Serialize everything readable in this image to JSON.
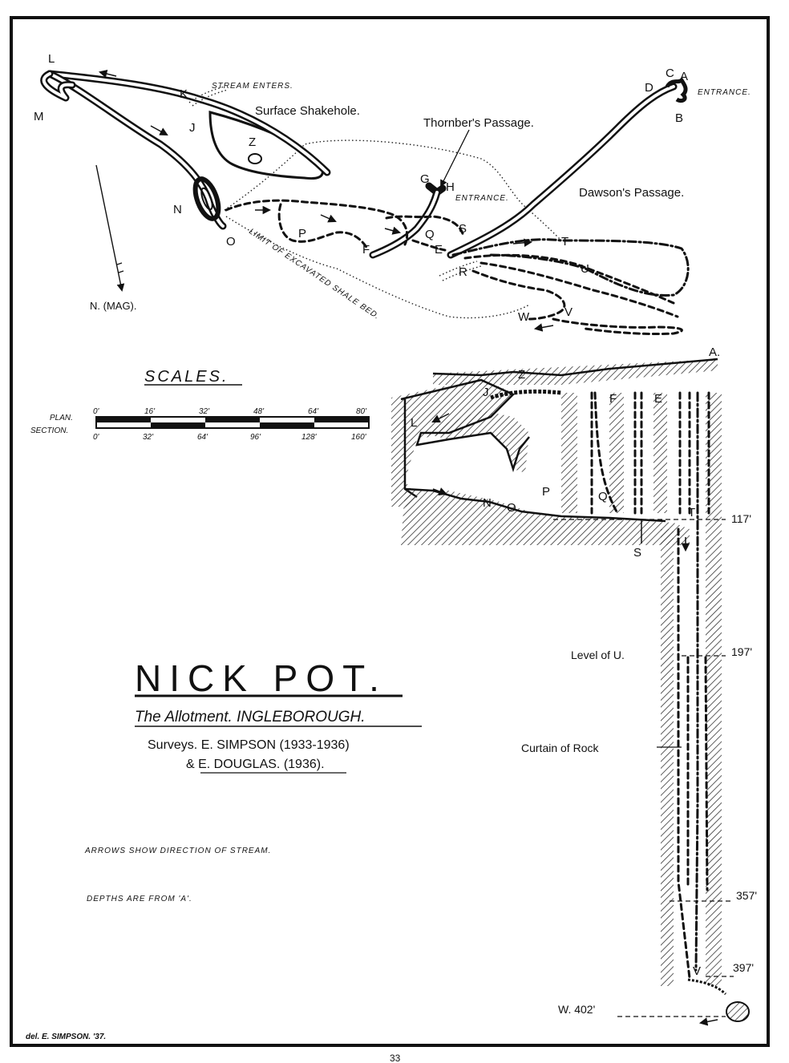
{
  "title": "NICK POT.",
  "subtitle": "The Allotment. INGLEBOROUGH.",
  "surveys_line1": "Surveys. E. SIMPSON (1933-1936)",
  "surveys_line2": "& E. DOUGLAS. (1936).",
  "note_arrows": "ARROWS SHOW DIRECTION OF STREAM.",
  "note_depths": "DEPTHS ARE FROM 'A'.",
  "credit": "del. E. SIMPSON. '37.",
  "page_number": "33",
  "plan": {
    "north": "N. (MAG).",
    "labels": {
      "stream_enters": "STREAM ENTERS.",
      "surface_shakehole": "Surface Shakehole.",
      "thornbers_passage": "Thornber's Passage.",
      "entrance_main": "ENTRANCE.",
      "entrance_h": "ENTRANCE.",
      "dawsons_passage": "Dawson's Passage.",
      "limit_shale": "LIMIT OF EXCAVATED SHALE BED."
    },
    "points": [
      "L",
      "M",
      "K",
      "J",
      "Z",
      "N",
      "O",
      "P",
      "F",
      "G",
      "H",
      "Q",
      "E",
      "S",
      "R",
      "T",
      "U",
      "V",
      "W",
      "D",
      "C",
      "A",
      "B"
    ]
  },
  "scales": {
    "heading": "SCALES.",
    "plan_label": "PLAN.",
    "section_label": "SECTION.",
    "plan_ticks": [
      "0'",
      "16'",
      "32'",
      "48'",
      "64'",
      "80'"
    ],
    "section_ticks": [
      "0'",
      "32'",
      "64'",
      "96'",
      "128'",
      "160'"
    ]
  },
  "section": {
    "points": [
      "A.",
      "Z",
      "J",
      "L",
      "N",
      "O",
      "P",
      "F",
      "E",
      "Q",
      "T",
      "S",
      "V"
    ],
    "depths": [
      "117'",
      "197'",
      "357'",
      "397'",
      "W. 402'"
    ],
    "level_u": "Level of U.",
    "curtain": "Curtain of Rock"
  }
}
